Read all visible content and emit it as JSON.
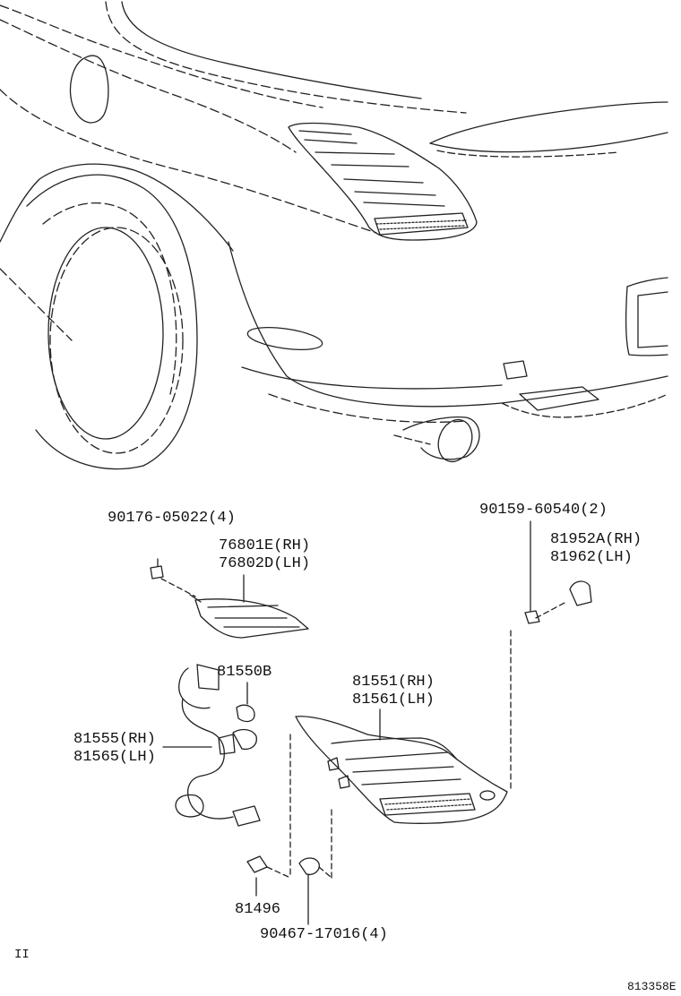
{
  "diagram": {
    "labels": {
      "screw_top_left": "90176-05022(4)",
      "side_lamp_rh": "76801E(RH)",
      "side_lamp_lh": "76802D(LH)",
      "screw_top_right": "90159-60540(2)",
      "cover_rh": "81952A(RH)",
      "cover_lh": "81962(LH)",
      "bulb": "81550B",
      "tail_lamp_rh": "81551(RH)",
      "tail_lamp_lh": "81561(LH)",
      "socket_rh": "81555(RH)",
      "socket_lh": "81565(LH)",
      "clip": "81496",
      "clip_screw": "90467-17016(4)",
      "corner_mark": "II",
      "diagram_code": "813358E"
    },
    "line_color": "#222222",
    "background": "#ffffff"
  }
}
